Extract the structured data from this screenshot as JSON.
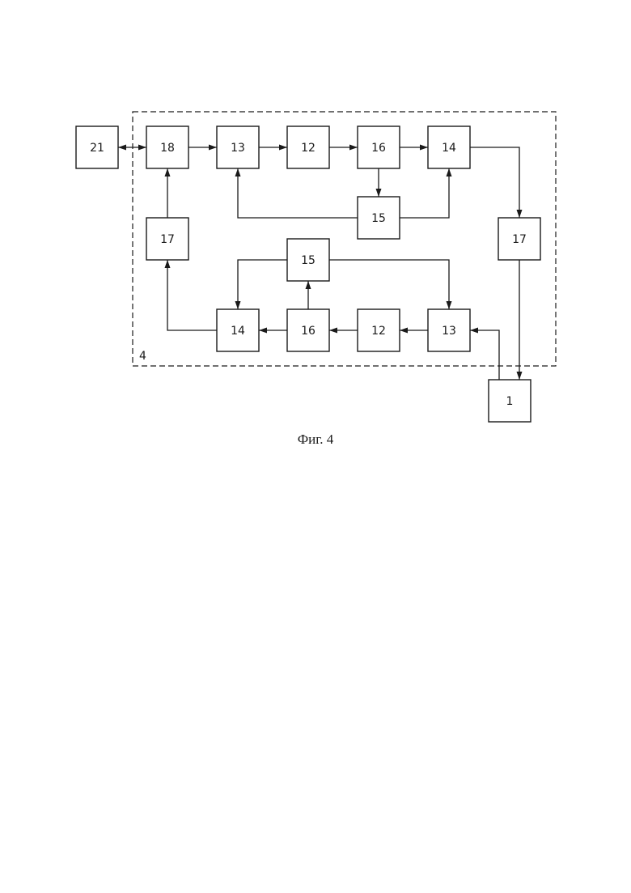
{
  "frame_label": "4",
  "caption": "Фиг. 4",
  "blocks": [
    {
      "id": "b21",
      "label": "21"
    },
    {
      "id": "b18",
      "label": "18"
    },
    {
      "id": "b13a",
      "label": "13"
    },
    {
      "id": "b12a",
      "label": "12"
    },
    {
      "id": "b16a",
      "label": "16"
    },
    {
      "id": "b14a",
      "label": "14"
    },
    {
      "id": "b15a",
      "label": "15"
    },
    {
      "id": "b17l",
      "label": "17"
    },
    {
      "id": "b17r",
      "label": "17"
    },
    {
      "id": "b15b",
      "label": "15"
    },
    {
      "id": "b14b",
      "label": "14"
    },
    {
      "id": "b16b",
      "label": "16"
    },
    {
      "id": "b12b",
      "label": "12"
    },
    {
      "id": "b13b",
      "label": "13"
    },
    {
      "id": "b1",
      "label": "1"
    }
  ]
}
